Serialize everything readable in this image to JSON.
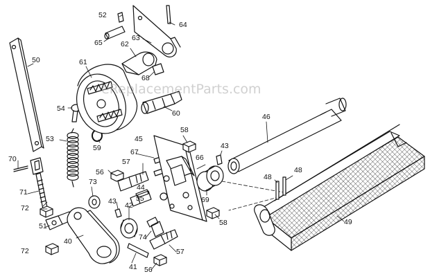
{
  "watermark": "eReplacementParts.com",
  "colors": {
    "line": "#111111",
    "shade": "#bdbdbd",
    "watermark": "#aaaaaa"
  },
  "parts": [
    {
      "id": "p40",
      "label": "40"
    },
    {
      "id": "p41",
      "label": "41"
    },
    {
      "id": "p42",
      "label": "42"
    },
    {
      "id": "p43a",
      "label": "43"
    },
    {
      "id": "p43b",
      "label": "43"
    },
    {
      "id": "p44",
      "label": "44"
    },
    {
      "id": "p45",
      "label": "45"
    },
    {
      "id": "p46",
      "label": "46"
    },
    {
      "id": "p48a",
      "label": "48"
    },
    {
      "id": "p48b",
      "label": "48"
    },
    {
      "id": "p49",
      "label": "49"
    },
    {
      "id": "p50",
      "label": "50"
    },
    {
      "id": "p51",
      "label": "51"
    },
    {
      "id": "p52",
      "label": "52"
    },
    {
      "id": "p53",
      "label": "53"
    },
    {
      "id": "p54",
      "label": "54"
    },
    {
      "id": "p55",
      "label": "55"
    },
    {
      "id": "p56a",
      "label": "56"
    },
    {
      "id": "p56b",
      "label": "56"
    },
    {
      "id": "p57a",
      "label": "57"
    },
    {
      "id": "p57b",
      "label": "57"
    },
    {
      "id": "p58a",
      "label": "58"
    },
    {
      "id": "p58b",
      "label": "58"
    },
    {
      "id": "p59",
      "label": "59"
    },
    {
      "id": "p60",
      "label": "60"
    },
    {
      "id": "p61",
      "label": "61"
    },
    {
      "id": "p62",
      "label": "62"
    },
    {
      "id": "p63",
      "label": "63"
    },
    {
      "id": "p64",
      "label": "64"
    },
    {
      "id": "p65",
      "label": "65"
    },
    {
      "id": "p66",
      "label": "66"
    },
    {
      "id": "p67",
      "label": "67"
    },
    {
      "id": "p68",
      "label": "68"
    },
    {
      "id": "p69",
      "label": "69"
    },
    {
      "id": "p70",
      "label": "70"
    },
    {
      "id": "p71",
      "label": "71"
    },
    {
      "id": "p72a",
      "label": "72"
    },
    {
      "id": "p72b",
      "label": "72"
    },
    {
      "id": "p73",
      "label": "73"
    },
    {
      "id": "p74",
      "label": "74"
    }
  ]
}
